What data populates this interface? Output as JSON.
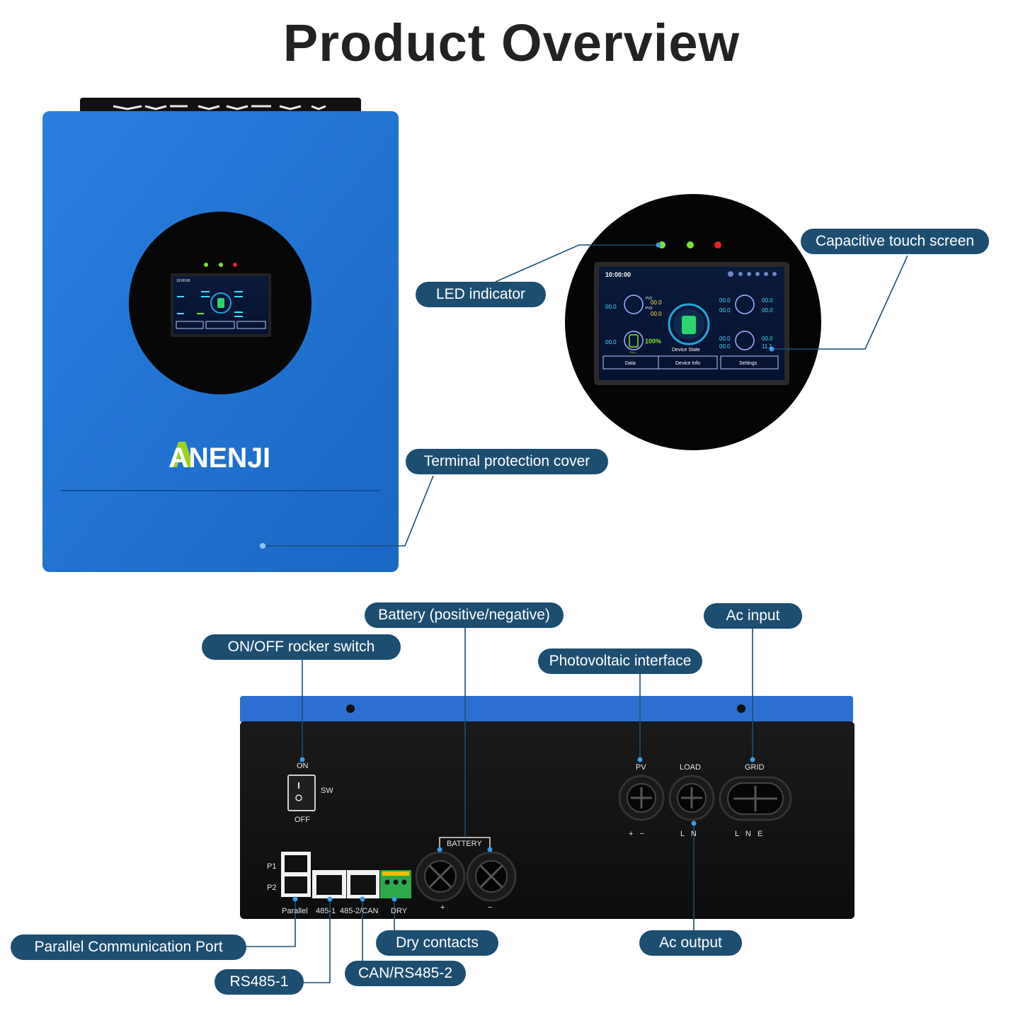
{
  "title": "Product Overview",
  "brand": "ANENJI",
  "colors": {
    "unit_blue": "#1f74d4",
    "callout_pill": "#1d4e70",
    "leader_line": "#1d4e70",
    "led_green": "#7ee32b",
    "led_red": "#e8202a"
  },
  "screen": {
    "time": "10:00:00",
    "pv1_label": "PV1",
    "pv2_label": "PV2",
    "pv1_value": "00.0",
    "pv2_value": "00.0",
    "left_value": "00.0",
    "battery_value": "00.0",
    "battery_percent": "100%",
    "battery_full": "FULL",
    "grid_value_1": "00.0",
    "grid_value_2": "00.0",
    "grid_right_1": "00.0",
    "grid_right_2": "00.0",
    "load_value_1": "00.0",
    "load_value_2": "00.0",
    "load_right_1": "00.0",
    "load_right_2": "11.1",
    "center_label": "Device State",
    "tabs": [
      "Data",
      "Device Info",
      "Settings"
    ]
  },
  "callouts": {
    "led_indicator": "LED indicator",
    "touch_screen": "Capacitive touch screen",
    "terminal_cover": "Terminal protection cover",
    "on_off_switch": "ON/OFF rocker switch",
    "battery": "Battery (positive/negative)",
    "pv": "Photovoltaic interface",
    "ac_input": "Ac input",
    "parallel_port": "Parallel Communication Port",
    "rs485_1": "RS485-1",
    "can_rs485_2": "CAN/RS485-2",
    "dry_contacts": "Dry contacts",
    "ac_output": "Ac output"
  },
  "panel_labels": {
    "on": "ON",
    "off": "OFF",
    "sw": "SW",
    "p1": "P1",
    "p2": "P2",
    "parallel": "Parallel",
    "rs485_1": "485-1",
    "rs485_2_can": "485-2/CAN",
    "dry": "DRY",
    "battery": "BATTERY",
    "bat_plus": "+",
    "bat_minus": "−",
    "pv": "PV",
    "load": "LOAD",
    "grid": "GRID",
    "pv_pol": "+   −",
    "load_pol": "L   N",
    "grid_pol": "L   N   E"
  }
}
